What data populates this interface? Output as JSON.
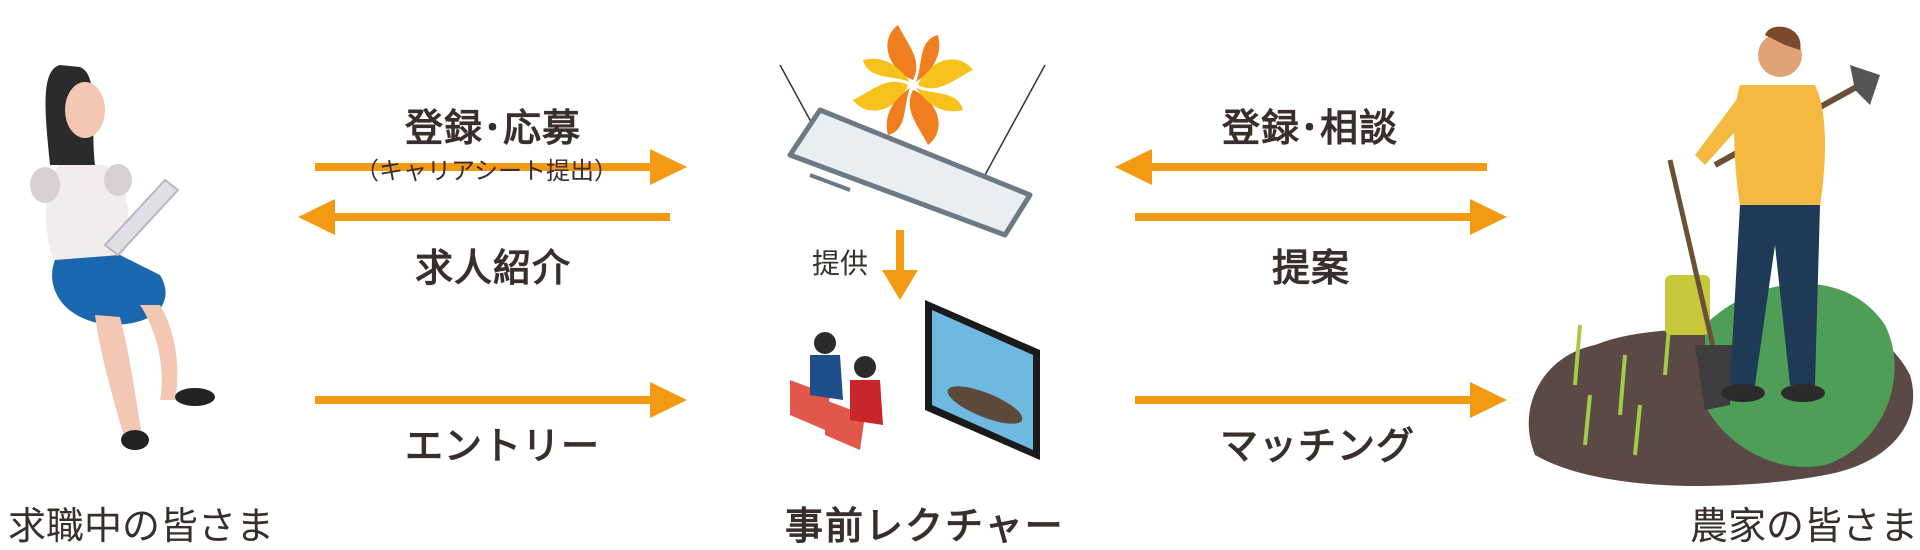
{
  "labels": {
    "register_apply": "登録･応募",
    "register_apply_sub": "（キャリアシート提出）",
    "job_intro": "求人紹介",
    "entry": "エントリー",
    "provide": "提供",
    "register_consult": "登録･相談",
    "proposal": "提案",
    "matching": "マッチング"
  },
  "captions": {
    "job_seekers": "求職中の皆さま",
    "pre_lecture": "事前レクチャー",
    "farmers": "農家の皆さま"
  },
  "colors": {
    "arrow": "#f39a12",
    "text": "#3a2e2b",
    "logo_orange": "#f07d1e",
    "logo_yellow": "#f8c21c"
  }
}
